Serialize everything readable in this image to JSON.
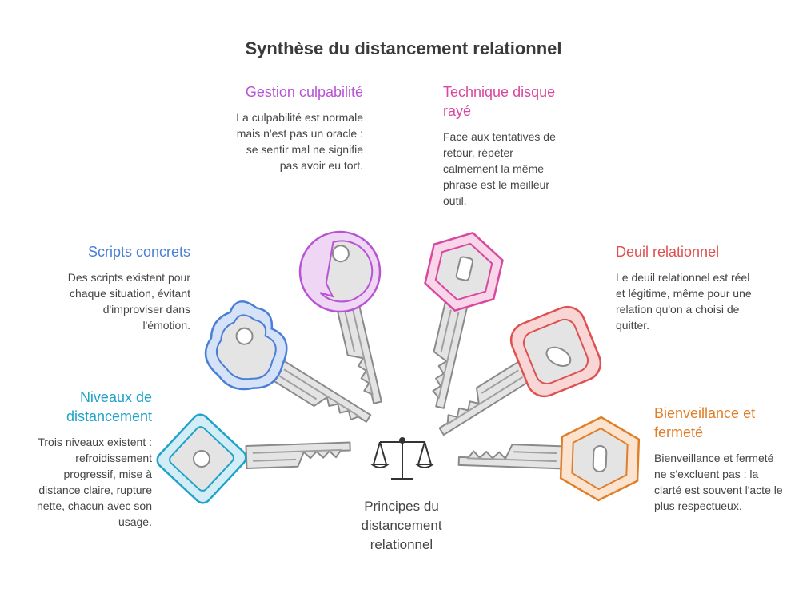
{
  "title": "Synthèse du distancement relationnel",
  "center_label": "Principes du distancement relationnel",
  "center_icon": "balance-scale-icon",
  "items": [
    {
      "id": "gestion",
      "heading": "Gestion culpabilité",
      "text": "La culpabilité est normale mais n'est pas un oracle : se sentir mal ne signifie pas avoir eu tort.",
      "color": "#b854d4",
      "fill": "#efd6f5",
      "icon": "key-icon"
    },
    {
      "id": "technique",
      "heading": "Technique disque rayé",
      "text": "Face aux tentatives de retour, répéter calmement la même phrase est le meilleur outil.",
      "color": "#d9489e",
      "fill": "#f8d5e9",
      "icon": "key-icon"
    },
    {
      "id": "scripts",
      "heading": "Scripts concrets",
      "text": "Des scripts existent pour chaque situation, évitant d'improviser dans l'émotion.",
      "color": "#4a7fd8",
      "fill": "#d6e2f7",
      "icon": "key-icon"
    },
    {
      "id": "deuil",
      "heading": "Deuil relationnel",
      "text": "Le deuil relationnel est réel et légitime, même pour une relation qu'on a choisi de quitter.",
      "color": "#e05050",
      "fill": "#f8d6d6",
      "icon": "key-icon"
    },
    {
      "id": "niveaux",
      "heading": "Niveaux de distancement",
      "text": "Trois niveaux existent : refroidissement progressif, mise à distance claire, rupture nette, chacun avec son usage.",
      "color": "#1fa3c9",
      "fill": "#d3edf6",
      "icon": "key-icon"
    },
    {
      "id": "bienveillance",
      "heading": "Bienveillance et fermeté",
      "text": "Bienveillance et fermeté ne s'excluent pas : la clarté est souvent l'acte le plus respectueux.",
      "color": "#e07f2a",
      "fill": "#fbe3cf",
      "icon": "key-icon"
    }
  ]
}
